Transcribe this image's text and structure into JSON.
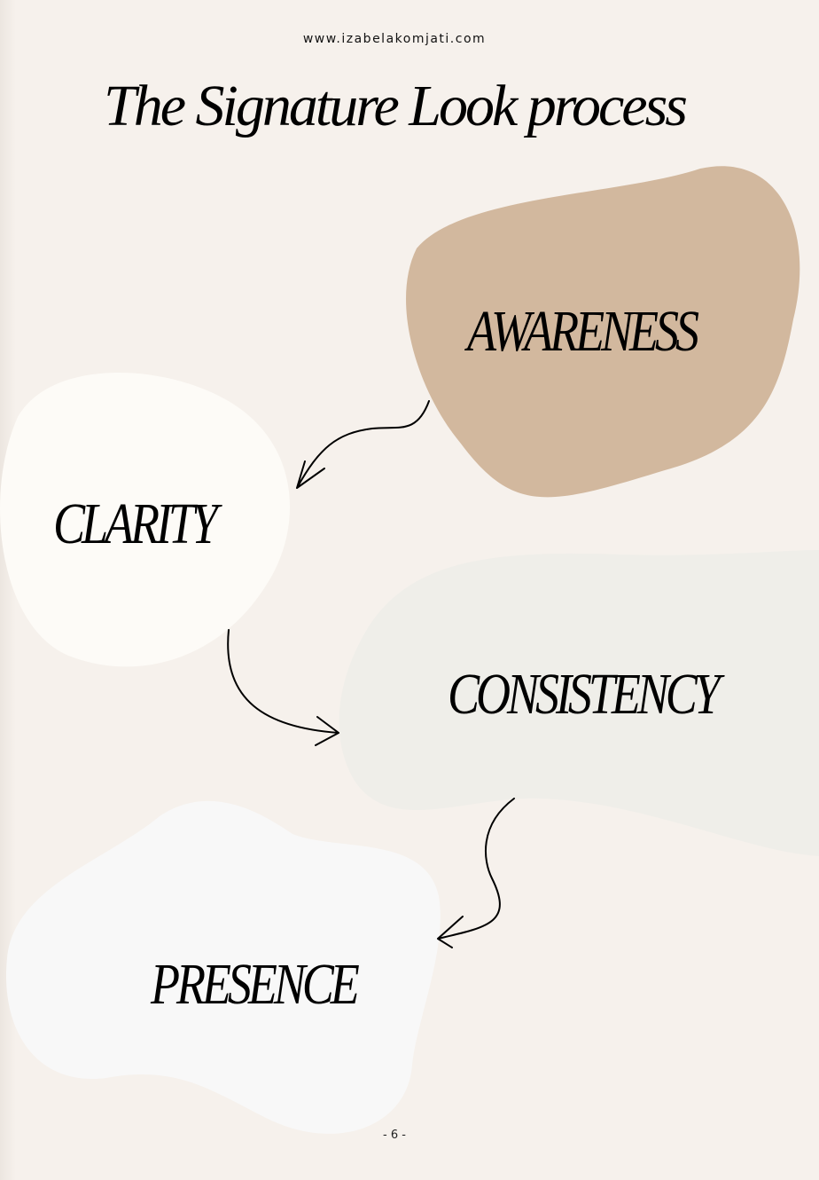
{
  "header": {
    "url": "www.izabelakomjati.com",
    "title": "The Signature Look process"
  },
  "steps": [
    {
      "label": "AWARENESS"
    },
    {
      "label": "CLARITY"
    },
    {
      "label": "CONSISTENCY"
    },
    {
      "label": "PRESENCE"
    }
  ],
  "colors": {
    "awareness": "#d2b89e",
    "clarity": "#fdfbf7",
    "consistency": "#efeee9",
    "presence": "#f8f8f8",
    "background": "#f6f1ec"
  },
  "footer": {
    "page": "- 6 -"
  }
}
